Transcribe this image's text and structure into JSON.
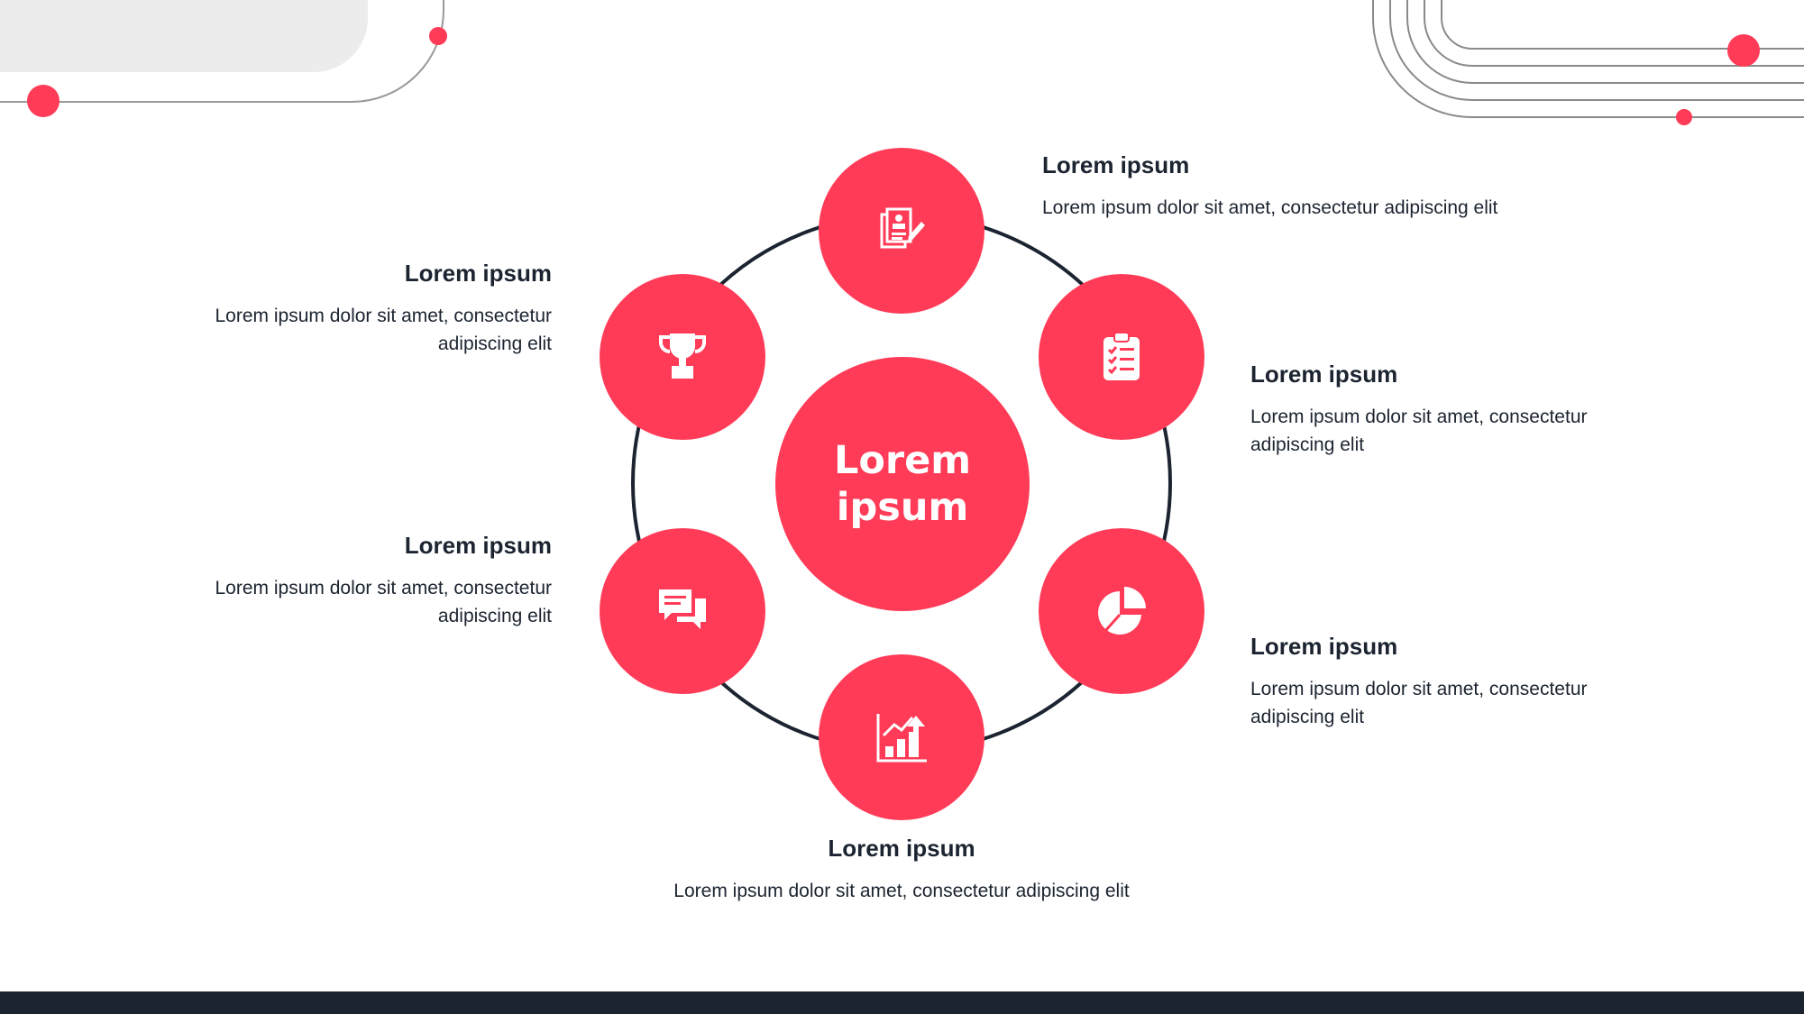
{
  "colors": {
    "accent": "#ff3b57",
    "dark": "#1b2430",
    "ring": "#1b2430",
    "decoration_fill": "#ececec"
  },
  "center": {
    "title": "Lorem ipsum"
  },
  "nodes": [
    {
      "id": "top",
      "icon": "resume-edit-icon",
      "heading": "Lorem ipsum",
      "text": "Lorem ipsum dolor sit amet, consectetur adipiscing elit"
    },
    {
      "id": "upper-right",
      "icon": "clipboard-checklist-icon",
      "heading": "Lorem ipsum",
      "text": "Lorem ipsum dolor sit amet, consectetur adipiscing elit"
    },
    {
      "id": "lower-right",
      "icon": "pie-chart-icon",
      "heading": "Lorem ipsum",
      "text": "Lorem ipsum dolor sit amet, consectetur adipiscing elit"
    },
    {
      "id": "bottom",
      "icon": "growth-chart-icon",
      "heading": "Lorem ipsum",
      "text": "Lorem ipsum dolor sit amet, consectetur adipiscing elit"
    },
    {
      "id": "lower-left",
      "icon": "chat-bubbles-icon",
      "heading": "Lorem ipsum",
      "text": "Lorem ipsum dolor sit amet, consectetur adipiscing elit"
    },
    {
      "id": "upper-left",
      "icon": "trophy-icon",
      "heading": "Lorem ipsum",
      "text": "Lorem ipsum dolor sit amet, consectetur adipiscing elit"
    }
  ]
}
